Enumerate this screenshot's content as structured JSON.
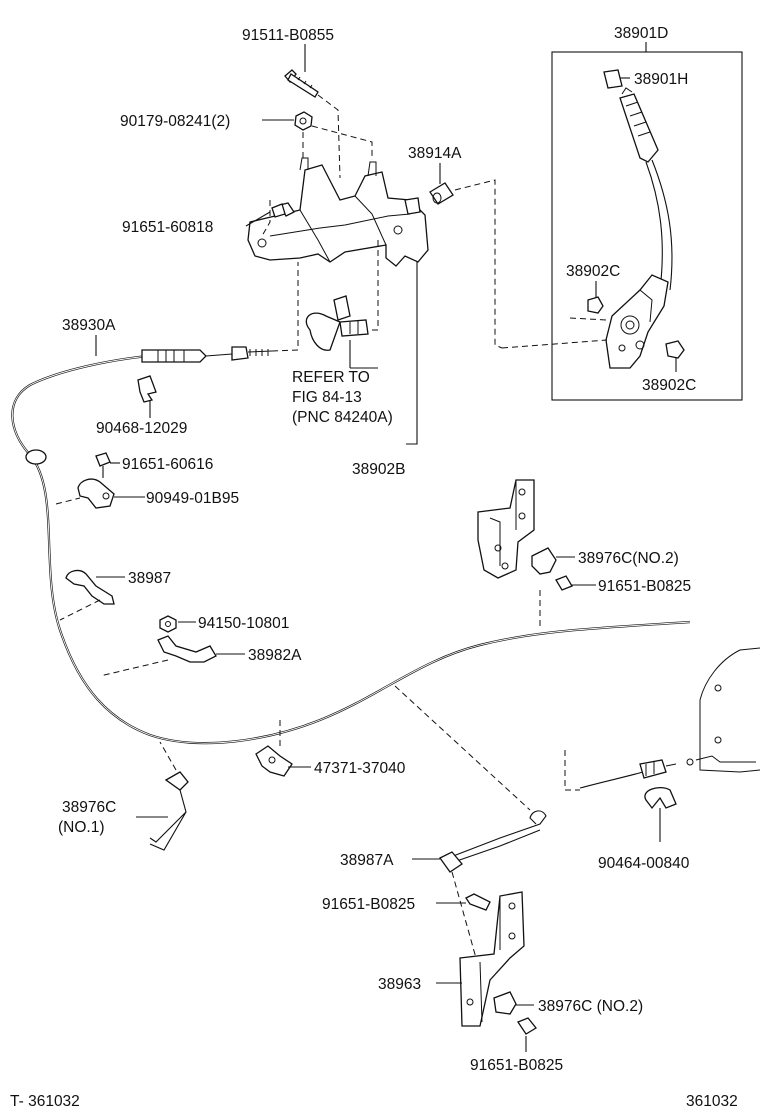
{
  "labels": {
    "p91511_b0855": "91511-B0855",
    "p90179_08241": "90179-08241(2)",
    "p91651_60818": "91651-60818",
    "p38914a": "38914A",
    "p38901d": "38901D",
    "p38901h": "38901H",
    "p38902c_top": "38902C",
    "p38902c_bottom": "38902C",
    "p38930a": "38930A",
    "p90468_12029": "90468-12029",
    "refer_line1": "REFER TO",
    "refer_line2": "FIG 84-13",
    "refer_line3": "(PNC 84240A)",
    "p38902b": "38902B",
    "p91651_60616": "91651-60616",
    "p90949_01b95": "90949-01B95",
    "p38976c_no2_top": "38976C(NO.2)",
    "p91651_b0825_top": "91651-B0825",
    "p38987": "38987",
    "p94150_10801": "94150-10801",
    "p38982a": "38982A",
    "p47371_37040": "47371-37040",
    "p38976c_no1_line1": "38976C",
    "p38976c_no1_line2": "(NO.1)",
    "p38987a": "38987A",
    "p91651_b0825_mid": "91651-B0825",
    "p90464_00840": "90464-00840",
    "p38963": "38963",
    "p38976c_no2_bottom": "38976C (NO.2)",
    "p91651_b0825_bottom": "91651-B0825",
    "footer_left": "T- 361032",
    "footer_right": "361032"
  }
}
